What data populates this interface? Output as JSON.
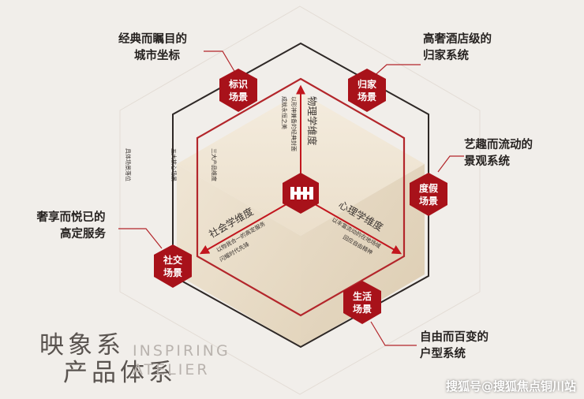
{
  "colors": {
    "primary": "#a8121a",
    "dark": "#2a2522",
    "arrow": "#c2161e"
  },
  "nodes": {
    "biaozhi": {
      "line1": "标识",
      "line2": "场景"
    },
    "guijia": {
      "line1": "归家",
      "line2": "场景"
    },
    "dujia": {
      "line1": "度假",
      "line2": "场景"
    },
    "shenghuo": {
      "line1": "生活",
      "line2": "场景"
    },
    "shejiao": {
      "line1": "社交",
      "line2": "场景"
    }
  },
  "callouts": {
    "biaozhi": {
      "line1": "经典而瞩目的",
      "line2": "城市坐标"
    },
    "guijia": {
      "line1": "高奢酒店级的",
      "line2": "归家系统"
    },
    "dujia": {
      "line1": "艺趣而流动的",
      "line2": "景观系统"
    },
    "shejiao": {
      "line1": "奢享而悦已的",
      "line2": "高定服务"
    },
    "shenghuo": {
      "line1": "自由而百变的",
      "line2": "户型系统"
    }
  },
  "dimensions": {
    "physical": {
      "label": "物理学维度",
      "desc1": "以形神兼备的经典封面",
      "desc2": "成就永恒之美"
    },
    "psychological": {
      "label": "心理学维度",
      "desc1": "以丰富流动的在地场域",
      "desc2": "回应自由精神"
    },
    "social": {
      "label": "社会学维度",
      "desc1": "以物我合一的高定服务",
      "desc2": "闪耀时代先锋"
    }
  },
  "side_labels": {
    "outer": "具体场景落位",
    "middle": "五大核心场景",
    "inner": "三大产品维度"
  },
  "title": {
    "zh_line1": "映象系",
    "zh_line2": "产品体系",
    "en_line1": "INSPIRING",
    "en_line2": "ATELIER"
  },
  "watermark": "搜狐号@搜狐焦点铜川站"
}
